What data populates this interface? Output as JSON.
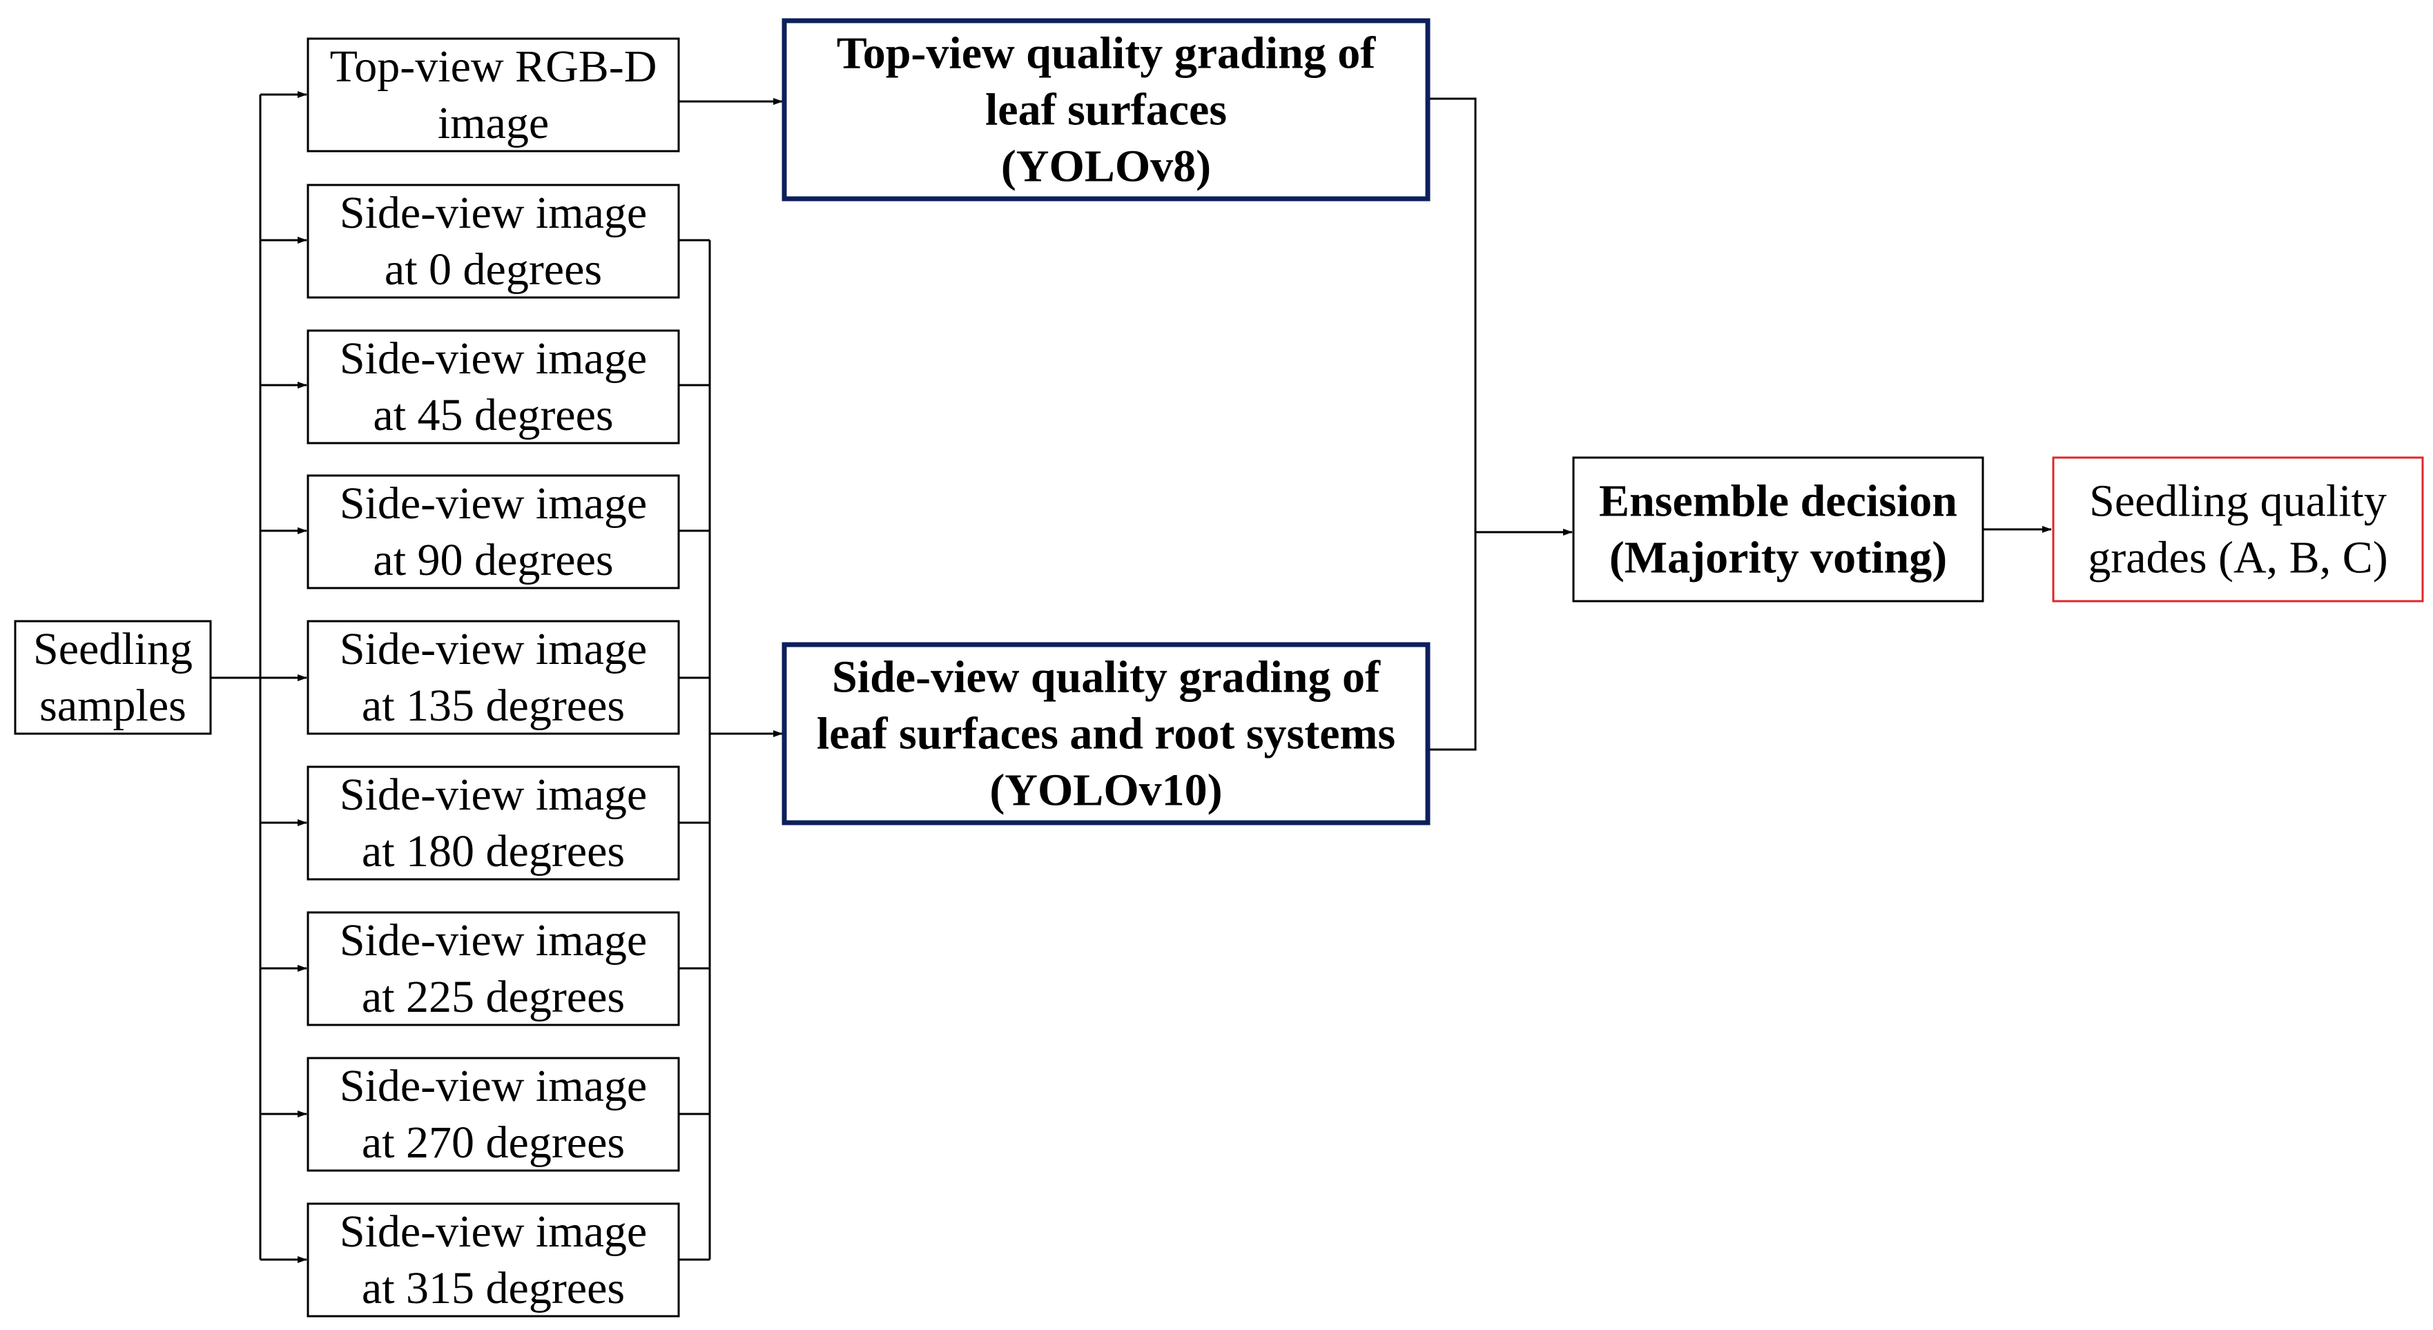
{
  "colors": {
    "line": "#000000",
    "box_border": "#000000",
    "model_border": "#0d1f5c",
    "output_border": "#e0262a",
    "text": "#000000",
    "background": "#ffffff"
  },
  "nodes": {
    "seedling_samples": {
      "lines": [
        "Seedling",
        "samples"
      ]
    },
    "top_view_image": {
      "lines": [
        "Top-view RGB-D",
        "image"
      ]
    },
    "side_views": [
      {
        "lines": [
          "Side-view image",
          "at 0 degrees"
        ]
      },
      {
        "lines": [
          "Side-view image",
          "at 45 degrees"
        ]
      },
      {
        "lines": [
          "Side-view image",
          "at 90 degrees"
        ]
      },
      {
        "lines": [
          "Side-view image",
          "at 135 degrees"
        ]
      },
      {
        "lines": [
          "Side-view image",
          "at 180 degrees"
        ]
      },
      {
        "lines": [
          "Side-view image",
          "at 225 degrees"
        ]
      },
      {
        "lines": [
          "Side-view image",
          "at 270 degrees"
        ]
      },
      {
        "lines": [
          "Side-view image",
          "at 315 degrees"
        ]
      }
    ],
    "top_model": {
      "lines": [
        "Top-view quality grading of",
        "leaf surfaces",
        "(YOLOv8)"
      ]
    },
    "side_model": {
      "lines": [
        "Side-view quality grading of",
        "leaf surfaces and root systems",
        "(YOLOv10)"
      ]
    },
    "ensemble": {
      "lines": [
        "Ensemble decision",
        "(Majority voting)"
      ]
    },
    "output": {
      "lines": [
        "Seedling quality",
        "grades (A, B, C)"
      ]
    }
  }
}
